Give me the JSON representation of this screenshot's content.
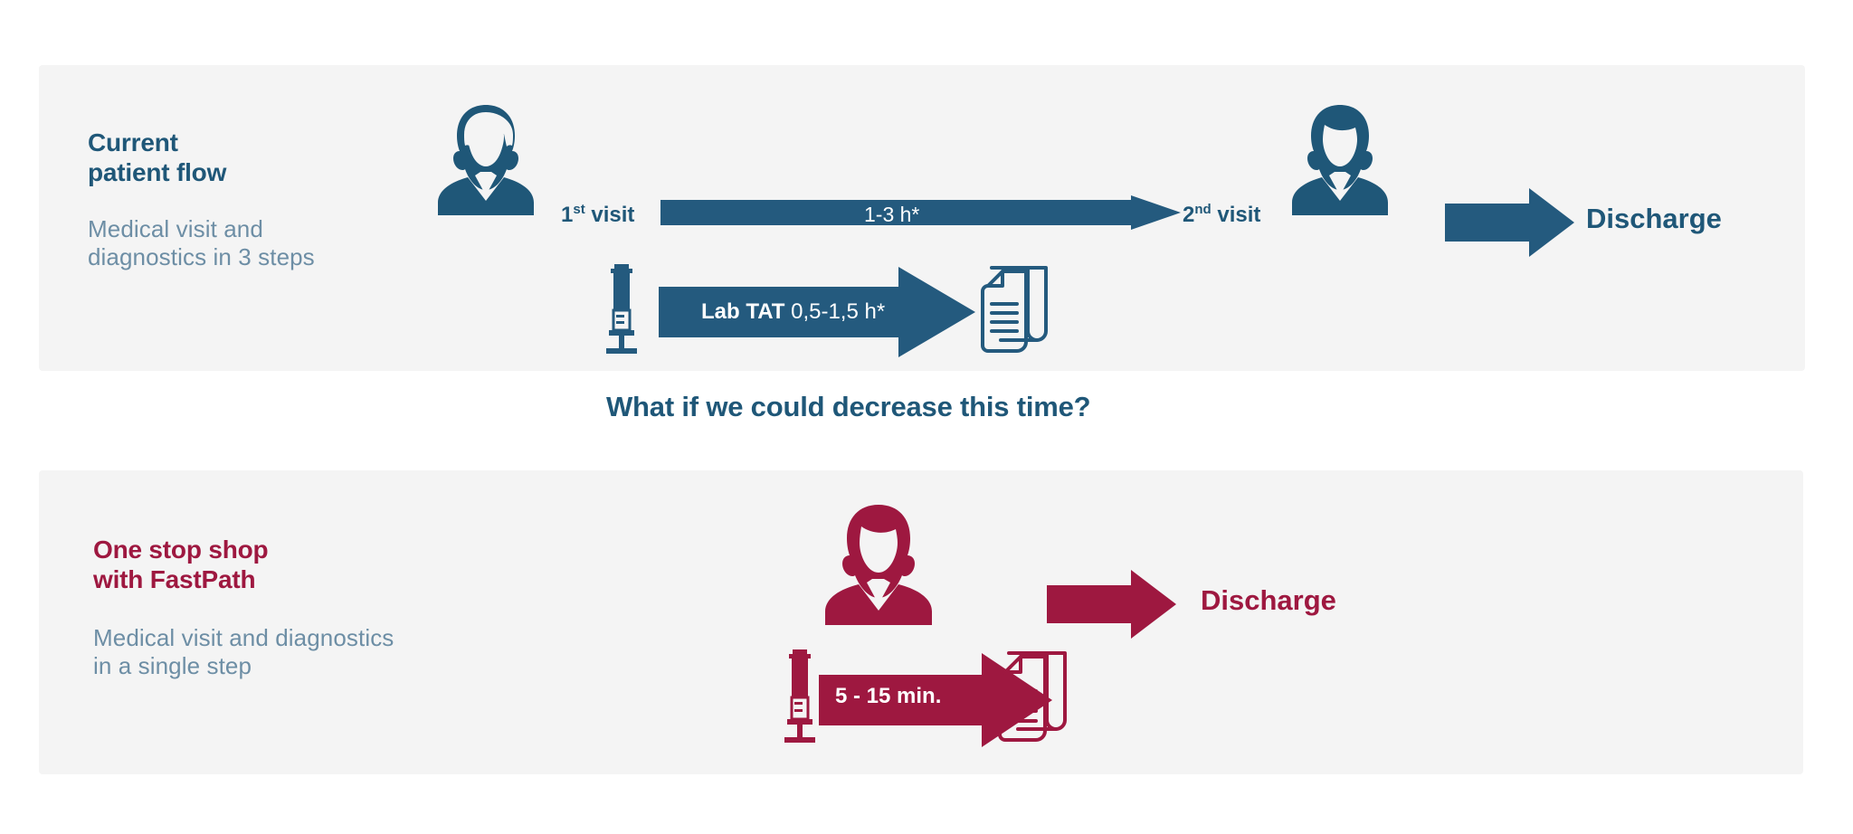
{
  "colors": {
    "blue": "#1f5778",
    "crimson": "#9e1840",
    "panel_bg": "#f4f4f4",
    "subtext_blue": "#6d8ea5",
    "page_bg": "#ffffff"
  },
  "top_panel": {
    "heading": "Current\npatient flow",
    "subtext": "Medical visit and\ndiagnostics in 3 steps",
    "first_visit_label": "1",
    "first_visit_sup": "st",
    "first_visit_rest": " visit",
    "second_visit_label": "2",
    "second_visit_sup": "nd",
    "second_visit_rest": " visit",
    "main_arrow_label": "1-3 h*",
    "lab_arrow_label_bold": "Lab TAT",
    "lab_arrow_label_rest": " 0,5-1,5 h*",
    "discharge_label": "Discharge",
    "icons": {
      "person_left": "person-icon",
      "person_right": "person-icon",
      "syringe": "syringe-icon",
      "documents": "documents-icon",
      "discharge_arrow": "arrow-right-icon"
    }
  },
  "middle": {
    "question": "What if we could decrease this time?"
  },
  "bottom_panel": {
    "heading": "One stop shop\nwith FastPath",
    "subtext": "Medical visit and diagnostics\nin a single step",
    "fast_arrow_label": "5 - 15 min.",
    "discharge_label": "Discharge",
    "icons": {
      "person": "person-icon",
      "syringe": "syringe-icon",
      "documents": "documents-icon",
      "discharge_arrow": "arrow-right-icon"
    }
  }
}
